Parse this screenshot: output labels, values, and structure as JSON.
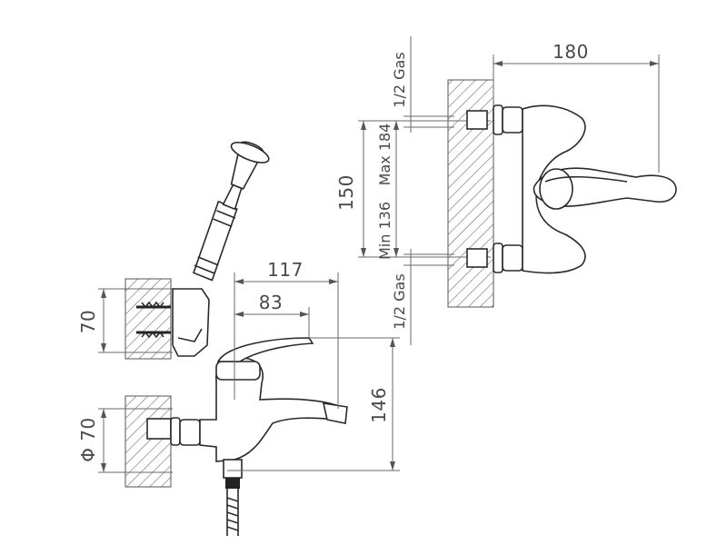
{
  "top_view": {
    "dim_width": "180",
    "dim_center": "150",
    "dim_min": "Min 136",
    "dim_max": "Max 184",
    "connection_top": "1/2 Gas",
    "connection_bottom": "1/2 Gas"
  },
  "side_view": {
    "dim_total_reach": "117",
    "dim_spout_reach": "83",
    "dim_height": "146",
    "dim_wall_width": "70",
    "dim_diameter": "Φ 70"
  }
}
